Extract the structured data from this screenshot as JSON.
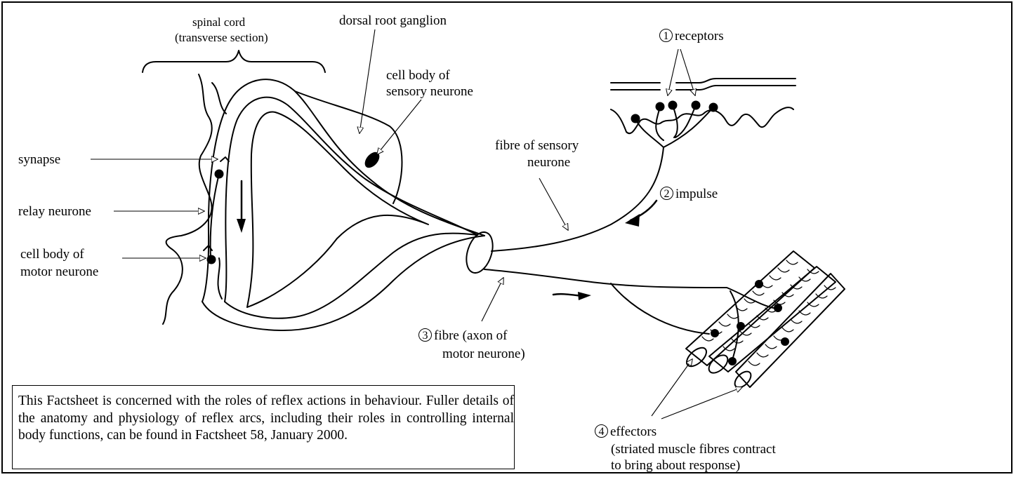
{
  "labels": {
    "spinal_cord": "spinal cord",
    "transverse_section": "(transverse section)",
    "dorsal_root_ganglion": "dorsal root ganglion",
    "cell_body_sensory_1": "cell body of",
    "cell_body_sensory_2": "sensory neurone",
    "receptors_num": "1",
    "receptors": "receptors",
    "synapse": "synapse",
    "relay_neurone": "relay neurone",
    "cell_body_motor_1": "cell body of",
    "cell_body_motor_2": "motor neurone",
    "fibre_sensory_1": "fibre of sensory",
    "fibre_sensory_2": "neurone",
    "impulse_num": "2",
    "impulse": "impulse",
    "fibre_motor_num": "3",
    "fibre_motor_1": "fibre (axon of",
    "fibre_motor_2": "motor neurone)",
    "effectors_num": "4",
    "effectors": "effectors",
    "effectors_desc_1": "(striated muscle fibres contract",
    "effectors_desc_2": "to bring about response)"
  },
  "note": {
    "text": "This Factsheet is concerned with the roles of reflex actions in behaviour. Fuller details of the anatomy and physiology of reflex arcs, including their roles in controlling internal body functions, can be found in Factsheet 58, January 2000."
  }
}
